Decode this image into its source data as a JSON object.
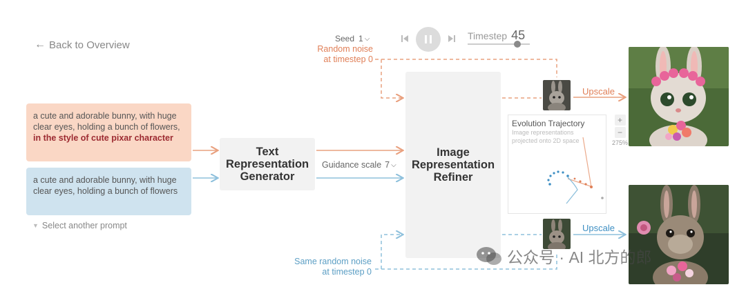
{
  "nav": {
    "back_label": "Back to Overview"
  },
  "prompts": {
    "styled_plain": "a cute and adorable bunny, with huge clear eyes, holding a bunch of flowers,",
    "styled_highlight": "in the style of cute pixar character",
    "plain": "a cute and adorable bunny, with huge clear eyes, holding a bunch of flowers",
    "select_label": "Select another prompt"
  },
  "blocks": {
    "text_generator": "Text Representation Generator",
    "image_refiner": "Image Representation Refiner"
  },
  "controls": {
    "seed_label": "Seed",
    "seed_value": "1",
    "timestep_label": "Timestep",
    "timestep_value": "45",
    "timestep_fraction": 0.8,
    "guidance_label": "Guidance scale",
    "guidance_value": "7"
  },
  "noise": {
    "top": "Random noise at timestep 0",
    "bottom": "Same random noise at timestep 0"
  },
  "upscale": {
    "top": "Upscale",
    "bottom": "Upscale"
  },
  "evolution": {
    "title": "Evolution Trajectory",
    "subtitle": "Image representations projected onto 2D space",
    "zoom_in": "+",
    "zoom_out": "−",
    "zoom_level": "275%"
  },
  "watermark": "公众号 · AI 北方的郎",
  "icons": {
    "back": "arrow-left-icon",
    "prev": "skip-previous-icon",
    "pause": "pause-icon",
    "next": "skip-next-icon",
    "select": "triangle-down-icon",
    "dropdown": "chevron-down-icon",
    "wechat": "wechat-icon"
  },
  "colors": {
    "orange": "#e9a07e",
    "blue": "#8ec0dc",
    "highlight": "#9c2a31",
    "upscale_orange": "#e07f57",
    "upscale_blue": "#3e8fc3"
  }
}
